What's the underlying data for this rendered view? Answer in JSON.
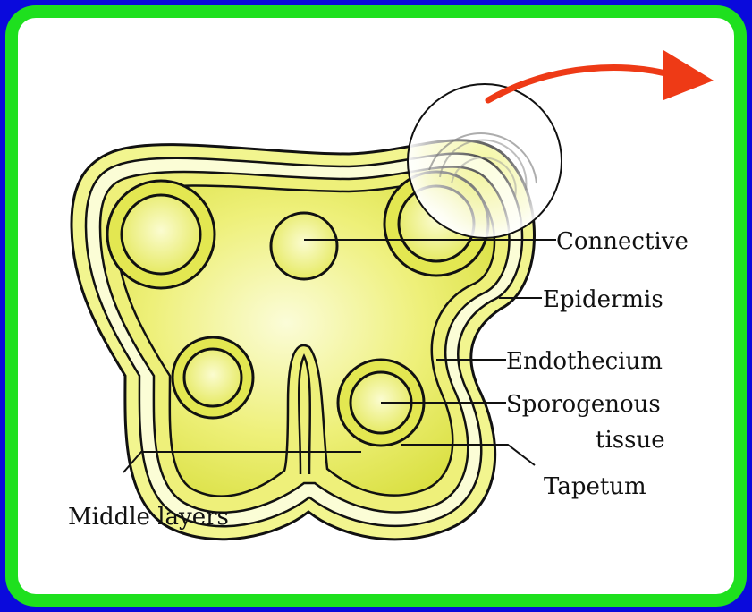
{
  "colors": {
    "background": "#0a0adc",
    "frame_border": "#1ee01e",
    "panel": "#ffffff",
    "tissue_light": "#f6f8b4",
    "tissue_mid": "#eef07a",
    "tissue_dark": "#d6de3c",
    "outline": "#111111",
    "arrow": "#ee3a16"
  },
  "labels": {
    "connective": "Connective",
    "epidermis": "Epidermis",
    "endothecium": "Endothecium",
    "sporogenous_line1": "Sporogenous",
    "sporogenous_line2": "tissue",
    "tapetum": "Tapetum",
    "middle_layers": "Middle layers"
  },
  "icons": {
    "magnifier": "magnifier-circle",
    "arrow": "curved-arrow-right"
  }
}
